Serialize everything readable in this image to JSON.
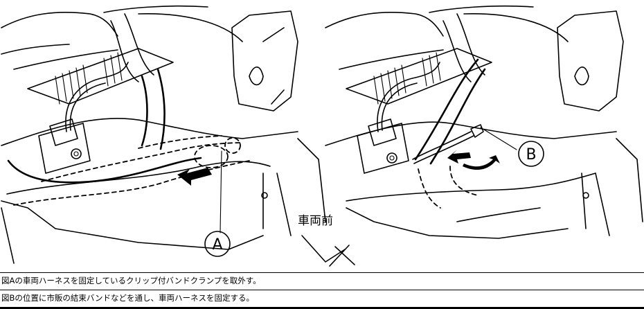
{
  "figure": {
    "label_a": "A",
    "label_b": "B",
    "direction_label": "車両前"
  },
  "captions": [
    "図Aの車両ハーネスを固定しているクリップ付バンドクランプを取外す。",
    "図Bの位置に市販の結束バンドなどを通し、車両ハーネスを固定する。"
  ]
}
